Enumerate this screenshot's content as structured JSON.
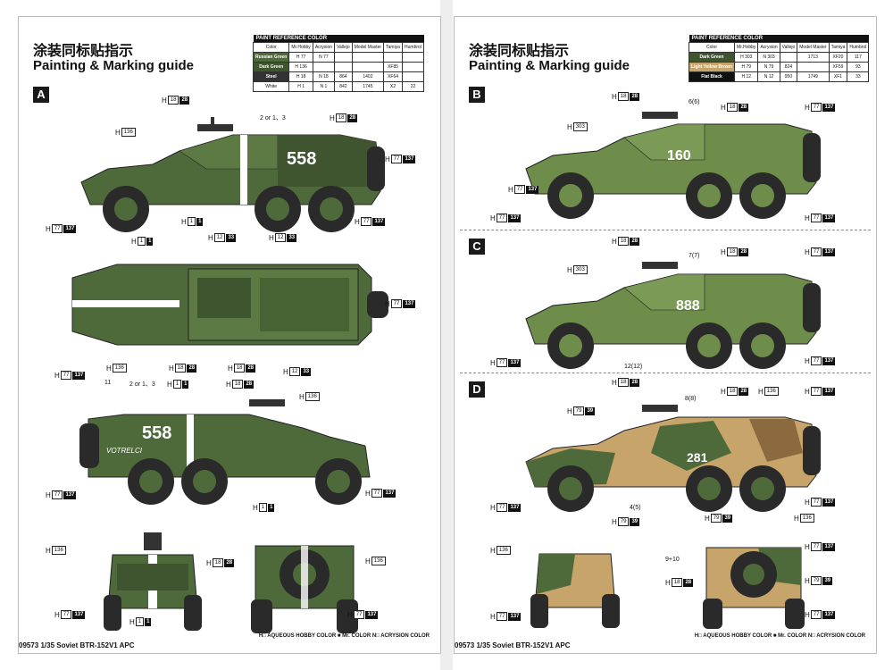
{
  "left": {
    "title_cn": "涂装同标贴指示",
    "title_en": "Painting & Marking guide",
    "ref_table": {
      "header": "PAINT  REFERENCE COLOR",
      "columns": [
        "Color",
        "Mr.Hobby",
        "Acrysion",
        "Vallejo",
        "Model Master",
        "Tamiya",
        "Humbrol"
      ],
      "rows": [
        {
          "color": "Russian Green",
          "hobby": "H 77",
          "acrysion": "N 77",
          "vallejo": "",
          "model_master": "",
          "tamiya": "",
          "humbrol": ""
        },
        {
          "color": "Dark Green",
          "hobby": "H 136",
          "acrysion": "",
          "vallejo": "",
          "model_master": "",
          "tamiya": "XF85",
          "humbrol": ""
        },
        {
          "color": "Steel",
          "hobby": "H 18",
          "acrysion": "N 18",
          "vallejo": "864",
          "model_master": "1402",
          "tamiya": "XF64",
          "humbrol": ""
        },
        {
          "color": "White",
          "hobby": "H 1",
          "acrysion": "N 1",
          "vallejo": "842",
          "model_master": "1745",
          "tamiya": "X2",
          "humbrol": "22"
        }
      ]
    },
    "section_letter": "A",
    "hull_number": "558",
    "side_text": "VOTRELCI",
    "callouts": [
      {
        "h": "H",
        "code": "18",
        "blk": "28"
      },
      {
        "h": "H",
        "code": "136",
        "blk": ""
      },
      {
        "h": "H",
        "code": "18",
        "blk": "28"
      },
      {
        "h": "H",
        "code": "77",
        "blk": "137"
      },
      {
        "h": "H",
        "code": "77",
        "blk": "137"
      },
      {
        "h": "H",
        "code": "1",
        "blk": "1"
      },
      {
        "h": "H",
        "code": "77",
        "blk": "137"
      },
      {
        "h": "H",
        "code": "1",
        "blk": "1"
      },
      {
        "h": "H",
        "code": "12",
        "blk": "33"
      },
      {
        "h": "H",
        "code": "12",
        "blk": "33"
      },
      {
        "h": "H",
        "code": "77",
        "blk": "137"
      },
      {
        "h": "H",
        "code": "136",
        "blk": ""
      },
      {
        "h": "H",
        "code": "18",
        "blk": "28"
      },
      {
        "h": "H",
        "code": "18",
        "blk": "28"
      },
      {
        "h": "H",
        "code": "12",
        "blk": "33"
      },
      {
        "h": "H",
        "code": "77",
        "blk": "137"
      },
      {
        "h": "H",
        "code": "1",
        "blk": "1"
      },
      {
        "h": "H",
        "code": "18",
        "blk": "28"
      },
      {
        "h": "H",
        "code": "136",
        "blk": ""
      },
      {
        "h": "H",
        "code": "77",
        "blk": "137"
      },
      {
        "h": "H",
        "code": "77",
        "blk": "137"
      },
      {
        "h": "H",
        "code": "1",
        "blk": "1"
      },
      {
        "h": "H",
        "code": "136",
        "blk": ""
      },
      {
        "h": "H",
        "code": "18",
        "blk": "28"
      },
      {
        "h": "H",
        "code": "136",
        "blk": ""
      },
      {
        "h": "H",
        "code": "77",
        "blk": "137"
      },
      {
        "h": "H",
        "code": "1",
        "blk": "1"
      },
      {
        "h": "H",
        "code": "77",
        "blk": "137"
      }
    ],
    "notes": [
      "2 or 1、3",
      "2 or 1、3",
      "11"
    ],
    "legend": "H□ AQUEOUS HOBBY COLOR    ■ Mr. COLOR    N□ ACRYSION COLOR",
    "footer": "09573  1/35   Soviet BTR-152V1 APC"
  },
  "right": {
    "title_cn": "涂装同标贴指示",
    "title_en": "Painting & Marking guide",
    "ref_table": {
      "header": "PAINT  REFERENCE COLOR",
      "columns": [
        "Color",
        "Mr.Hobby",
        "Acrysion",
        "Vallejo",
        "Model Master",
        "Tamiya",
        "Humbrol"
      ],
      "rows": [
        {
          "color": "Dark Green",
          "hobby": "H 303",
          "acrysion": "N 303",
          "vallejo": "",
          "model_master": "1713",
          "tamiya": "XF20",
          "humbrol": "117"
        },
        {
          "color": "Light Yellow Brown",
          "hobby": "H 79",
          "acrysion": "N 79",
          "vallejo": "824",
          "model_master": "",
          "tamiya": "XF59",
          "humbrol": "93"
        },
        {
          "color": "Flat Black",
          "hobby": "H 12",
          "acrysion": "N 12",
          "vallejo": "950",
          "model_master": "1749",
          "tamiya": "XF1",
          "humbrol": "33"
        }
      ]
    },
    "sections": [
      {
        "letter": "B",
        "number": "160",
        "note": "6(6)"
      },
      {
        "letter": "C",
        "number": "888",
        "note": "7(7)",
        "note2": "12(12)"
      },
      {
        "letter": "D",
        "number": "281",
        "note": "8(8)",
        "note2": "4(5)",
        "note3": "9+10"
      }
    ],
    "callouts": [
      {
        "h": "H",
        "code": "18",
        "blk": "28"
      },
      {
        "h": "H",
        "code": "303",
        "blk": ""
      },
      {
        "h": "H",
        "code": "18",
        "blk": "28"
      },
      {
        "h": "H",
        "code": "77",
        "blk": "137"
      },
      {
        "h": "H",
        "code": "77",
        "blk": "137"
      },
      {
        "h": "H",
        "code": "77",
        "blk": "137"
      },
      {
        "h": "H",
        "code": "77",
        "blk": "137"
      },
      {
        "h": "H",
        "code": "18",
        "blk": "28"
      },
      {
        "h": "H",
        "code": "303",
        "blk": ""
      },
      {
        "h": "H",
        "code": "18",
        "blk": "28"
      },
      {
        "h": "H",
        "code": "77",
        "blk": "137"
      },
      {
        "h": "H",
        "code": "77",
        "blk": "137"
      },
      {
        "h": "H",
        "code": "77",
        "blk": "137"
      },
      {
        "h": "H",
        "code": "18",
        "blk": "28"
      },
      {
        "h": "H",
        "code": "79",
        "blk": "39"
      },
      {
        "h": "H",
        "code": "18",
        "blk": "28"
      },
      {
        "h": "H",
        "code": "136",
        "blk": ""
      },
      {
        "h": "H",
        "code": "77",
        "blk": "137"
      },
      {
        "h": "H",
        "code": "77",
        "blk": "137"
      },
      {
        "h": "H",
        "code": "77",
        "blk": "137"
      },
      {
        "h": "H",
        "code": "79",
        "blk": "39"
      },
      {
        "h": "H",
        "code": "136",
        "blk": ""
      },
      {
        "h": "H",
        "code": "79",
        "blk": "39"
      },
      {
        "h": "H",
        "code": "136",
        "blk": ""
      },
      {
        "h": "H",
        "code": "77",
        "blk": "137"
      },
      {
        "h": "H",
        "code": "18",
        "blk": "28"
      },
      {
        "h": "H",
        "code": "79",
        "blk": "39"
      },
      {
        "h": "H",
        "code": "77",
        "blk": "137"
      },
      {
        "h": "H",
        "code": "77",
        "blk": "137"
      }
    ],
    "legend": "H□ AQUEOUS HOBBY COLOR    ■ Mr. COLOR    N□ ACRYSION COLOR",
    "footer": "09573  1/35   Soviet BTR-152V1 APC"
  },
  "colors": {
    "russian_green": "#4f6a3a",
    "dark_green": "#3e5530",
    "light_green": "#6e8c4a",
    "tan": "#c7a46a",
    "brown": "#8a6a3e",
    "tire": "#2a2a2a",
    "white": "#ffffff"
  }
}
